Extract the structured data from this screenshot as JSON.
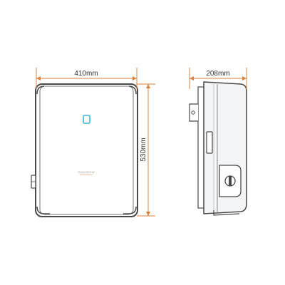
{
  "dimensions": {
    "width": "410mm",
    "height": "530mm",
    "depth": "208mm"
  },
  "brand": {
    "label": "SUNGROW",
    "accent": "#e8a87c"
  },
  "colors": {
    "dimension_line": "#d9823a",
    "outline": "#555555",
    "indicator": "#3ab8e0",
    "body_fill": "#ffffff",
    "side_fill": "#f4f5f6"
  },
  "views": [
    "front",
    "side"
  ]
}
